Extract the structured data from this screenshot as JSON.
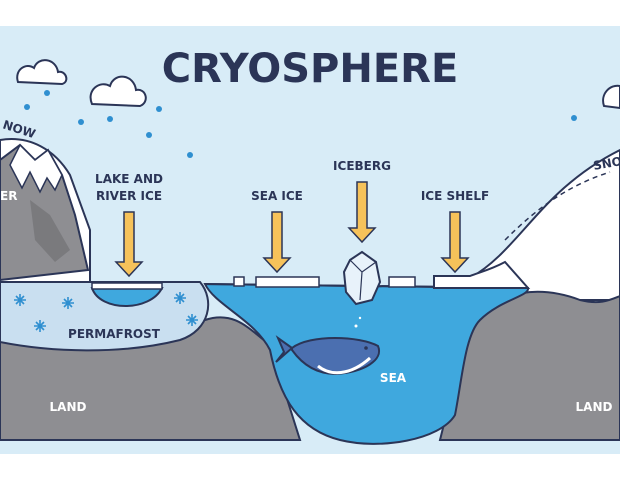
{
  "title": "CRYOSPHERE",
  "labels": {
    "snow_left": "NOW",
    "glacier_left": "ER",
    "lake_river_ice_line1": "LAKE AND",
    "lake_river_ice_line2": "RIVER ICE",
    "sea_ice": "SEA ICE",
    "iceberg": "ICEBERG",
    "ice_shelf": "ICE SHELF",
    "snow_right": "SNO",
    "permafrost": "PERMAFROST",
    "sea": "SEA",
    "land_left": "LAND",
    "land_right": "LAND"
  },
  "colors": {
    "sky": "#d8ecf7",
    "outline": "#2b3557",
    "arrow": "#f6c25a",
    "water": "#3fa8de",
    "ground": "#8e8e92",
    "ground_dark": "#6c6c70",
    "permafrost": "#c9dff0",
    "snowflake": "#2f8fd0"
  }
}
